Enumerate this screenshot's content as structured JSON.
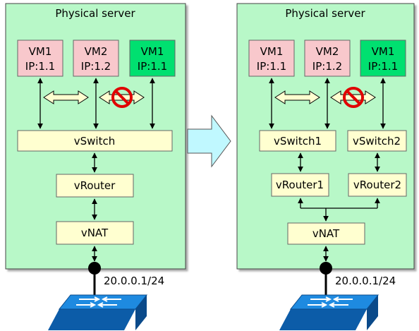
{
  "left": {
    "title": "Physical server",
    "vms": [
      {
        "name": "VM1",
        "ip": "IP:1.1",
        "color": "#f8c8cc"
      },
      {
        "name": "VM2",
        "ip": "IP:1.2",
        "color": "#f8c8cc"
      },
      {
        "name": "VM1",
        "ip": "IP:1.1",
        "color": "#00e070"
      }
    ],
    "switch": "vSwitch",
    "router": "vRouter",
    "nat": "vNAT",
    "address": "20.0.0.1/24"
  },
  "right": {
    "title": "Physical server",
    "vms": [
      {
        "name": "VM1",
        "ip": "IP:1.1",
        "color": "#f8c8cc"
      },
      {
        "name": "VM2",
        "ip": "IP:1.2",
        "color": "#f8c8cc"
      },
      {
        "name": "VM1",
        "ip": "IP:1.1",
        "color": "#00e070"
      }
    ],
    "switch1": "vSwitch1",
    "switch2": "vSwitch2",
    "router1": "vRouter1",
    "router2": "vRouter2",
    "nat": "vNAT",
    "address": "20.0.0.1/24"
  },
  "colors": {
    "server_bg": "#b8f8c8",
    "component_bg": "#ffffd0",
    "transition_arrow": "#c0f8ff",
    "block_sign": "#e00000",
    "switch_device": "#1a7ad0"
  }
}
